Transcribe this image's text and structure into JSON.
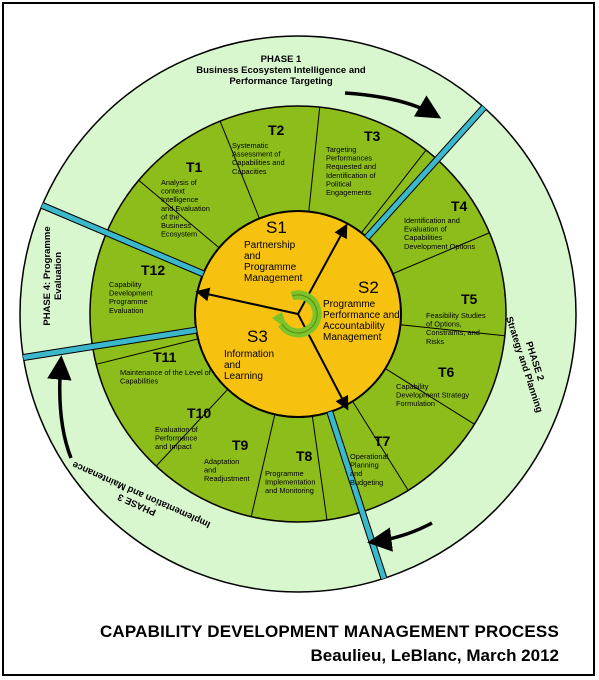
{
  "phases": [
    {
      "id": "phase1",
      "lines": [
        "PHASE 1",
        "Business Ecosystem Intelligence and",
        "Performance Targeting"
      ]
    },
    {
      "id": "phase2",
      "lines": [
        "PHASE 2",
        "Strategy and Planning"
      ]
    },
    {
      "id": "phase3",
      "lines": [
        "PHASE 3",
        "Implementation and Maintenance"
      ]
    },
    {
      "id": "phase4",
      "lines": [
        "PHASE 4: Programme",
        "Evaluation"
      ]
    }
  ],
  "tasks": [
    {
      "id": "T1",
      "lines": [
        "Analysis of",
        "context",
        "Intelligence",
        "and Evaluation",
        "of the",
        "Business",
        "Ecosystem"
      ]
    },
    {
      "id": "T2",
      "lines": [
        "Systematic",
        "Assessment of",
        "Capabilities and",
        "Capacities"
      ]
    },
    {
      "id": "T3",
      "lines": [
        "Targeting",
        "Performances",
        "Requested and",
        "Identification of",
        "Political",
        "Engagements"
      ]
    },
    {
      "id": "T4",
      "lines": [
        "Identification and",
        "Evaluation of",
        "Capabilities",
        "Development Options"
      ]
    },
    {
      "id": "T5",
      "lines": [
        "Feasibility Studies",
        "of Options,",
        "Constraints, and",
        "Risks"
      ]
    },
    {
      "id": "T6",
      "lines": [
        "Capability",
        "Development Strategy",
        "Formulation"
      ]
    },
    {
      "id": "T7",
      "lines": [
        "Operational",
        "Planning",
        "and",
        "Budgeting"
      ]
    },
    {
      "id": "T8",
      "lines": [
        "Programme",
        "Implementation",
        "and Monitoring"
      ]
    },
    {
      "id": "T9",
      "lines": [
        "Adaptation",
        "and",
        "Readjustment"
      ]
    },
    {
      "id": "T10",
      "lines": [
        "Evaluation of",
        "Performance",
        "and Impact"
      ]
    },
    {
      "id": "T11",
      "lines": [
        "Maintenance of the Level of",
        "Capabilities"
      ]
    },
    {
      "id": "T12",
      "lines": [
        "Capability",
        "Development",
        "Programme",
        "Evaluation"
      ]
    }
  ],
  "sectors": [
    {
      "id": "S1",
      "lines": [
        "Partnership",
        "and",
        "Programme",
        "Management"
      ]
    },
    {
      "id": "S2",
      "lines": [
        "Programme",
        "Performance and",
        "Accountability",
        "Management"
      ]
    },
    {
      "id": "S3",
      "lines": [
        "Information",
        "and",
        "Learning"
      ]
    }
  ],
  "footer": {
    "title": "CAPABILITY DEVELOPMENT MANAGEMENT PROCESS",
    "credit": "Beaulieu, LeBlanc, March 2012"
  },
  "colors": {
    "outer_ring": "#d9f7cf",
    "task_ring": "#8dbd1b",
    "inner_circle": "#f7c20f",
    "phase_divider": "#3bb8cc",
    "cycle_icon": "#7cc22a"
  }
}
